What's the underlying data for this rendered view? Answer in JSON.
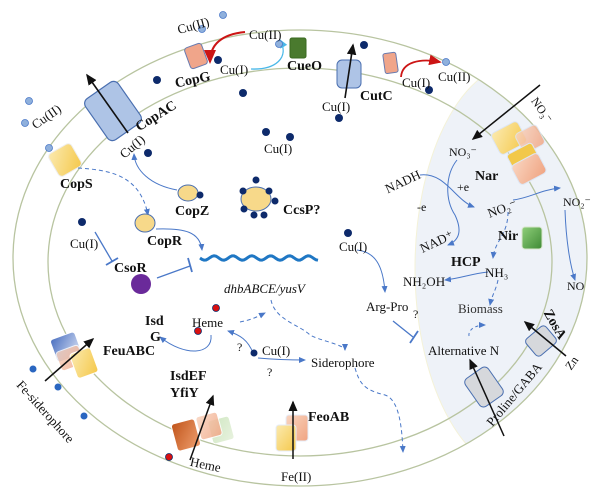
{
  "colors": {
    "membrane_line": "#b8c4a0",
    "nar_region": "#eef2f8",
    "cu1_dot": "#0d2a6b",
    "cu2_dot": "#8fb0dc",
    "heme_dot": "#d91010",
    "arrow_blue": "#4a78c8",
    "arrow_red": "#cc1515",
    "arrow_cyan": "#4ab8e8",
    "dna": "#1f77c4",
    "cso_r": "#6a2a9a",
    "copac_box": "#aec4e6",
    "cueo_box": "#4a7a2e",
    "copg_box": "#f0a58a",
    "yellow_box": "#f7d98a",
    "nir_box": "#5aa04a",
    "gray_box": "#d6d8dc"
  },
  "labels": {
    "cu2_top_left": "Cu(II)",
    "cu2_left": "Cu(II)",
    "cu2_cueo": "Cu(II)",
    "cu1_copg": "Cu(I)",
    "copg": "CopG",
    "cueo": "CueO",
    "copac": "CopAC",
    "cu1_copac": "Cu(I)",
    "cu1_cyto_top": "Cu(I)",
    "cutc": "CutC",
    "cu1_cutc": "Cu(I)",
    "cu1_right_periplasm": "Cu(I)",
    "cu2_right_periplasm": "Cu(II)",
    "no3_out": "NO₃⁻",
    "no3_in": "NO₃⁻",
    "nar": "Nar",
    "nadh": "NADH",
    "plus_e": "+e",
    "minus_e": "-e",
    "no2_in": "NO₂⁻",
    "no2_out": "NO₂⁻",
    "nad": "NAD⁺",
    "nir": "Nir",
    "no": "NO",
    "hcp": "HCP",
    "nh3": "NH₃",
    "nh2oh": "NH₂OH",
    "biomass": "Biomass",
    "zosa": "ZosA",
    "zn": "Zn",
    "alt_n": "Alternative N",
    "arg_pro": "Arg-Pro",
    "q_argpro": "?",
    "cu1_argpro": "Cu(I)",
    "proline_gaba": "Proline/GABA",
    "cops": "CopS",
    "copz": "CopZ",
    "ccsp": "CcsP?",
    "copr": "CopR",
    "cu1_csor": "Cu(I)",
    "csor": "CsoR",
    "dhb": "dhbABCE/yusV",
    "isd": "Isd",
    "isd_g": "G",
    "heme_cyto": "Heme",
    "q_heme": "?",
    "q_sidero": "?",
    "cu1_sidero": "Cu(I)",
    "siderophore": "Siderophore",
    "feuabc": "FeuABC",
    "fe_siderophore": "Fe-siderophore",
    "isdef": "IsdEF",
    "yfiy": "YfiY",
    "heme_out": "Heme",
    "feoab": "FeoAB",
    "fe2": "Fe(II)"
  }
}
